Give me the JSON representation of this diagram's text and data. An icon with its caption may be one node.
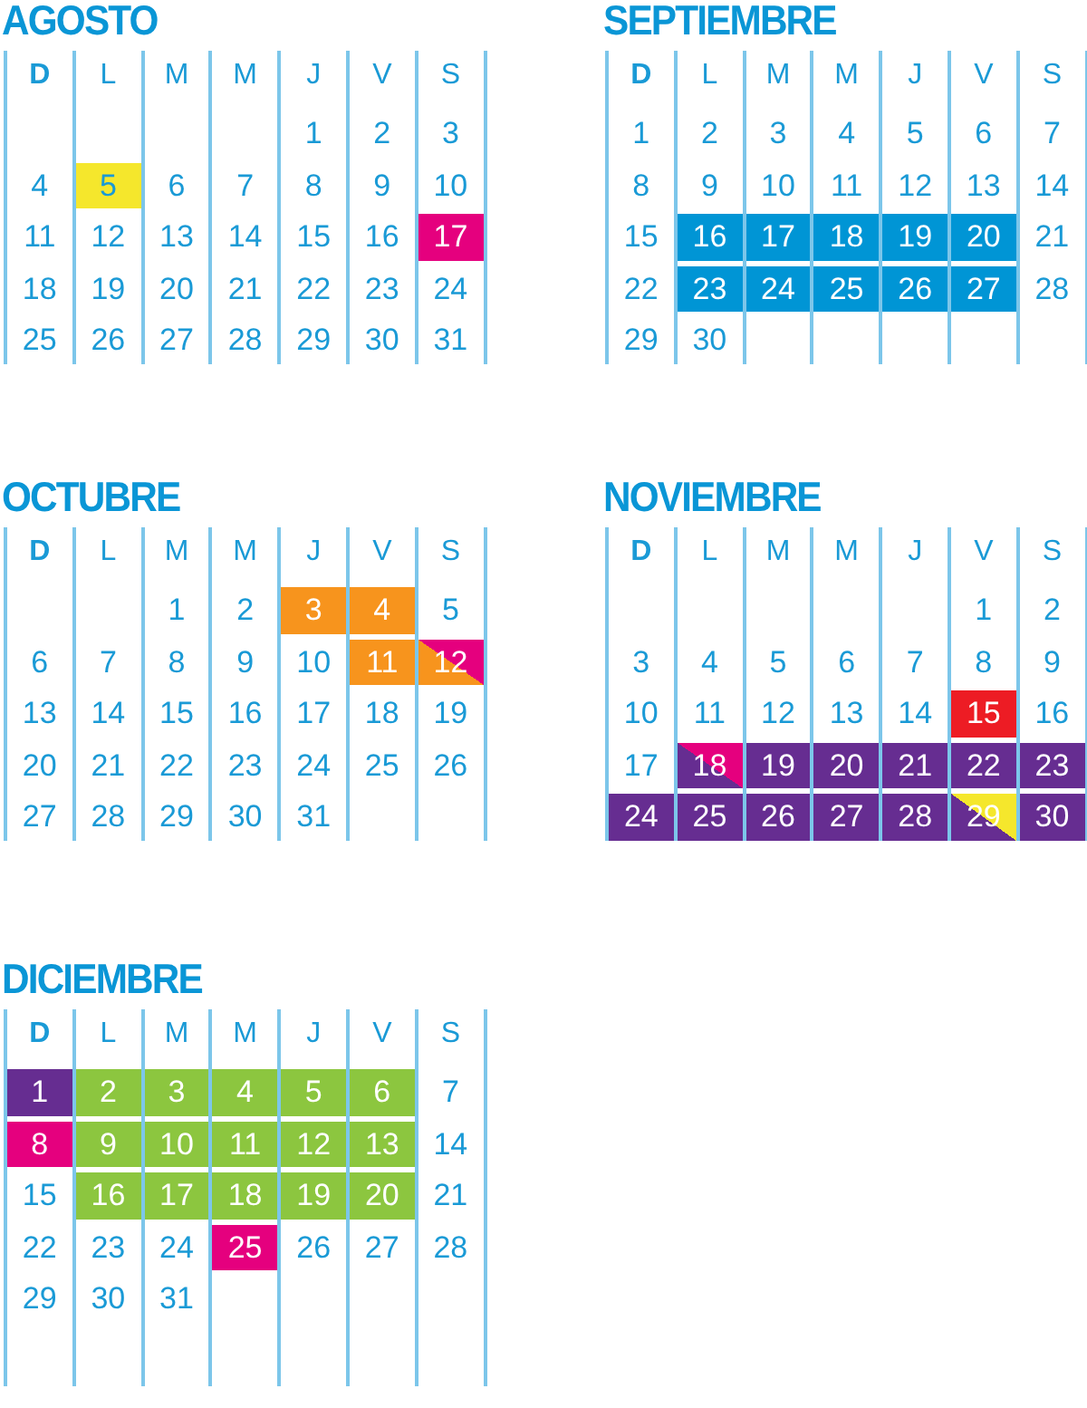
{
  "diagram": {
    "labels": [
      "AGOSTO",
      "D",
      "L",
      "M",
      "M",
      "J",
      "V",
      "S",
      "1",
      "2",
      "3",
      "4",
      "5",
      "6",
      "7",
      "8",
      "9",
      "10",
      "11",
      "12",
      "13",
      "14",
      "15",
      "16",
      "17",
      "18",
      "19",
      "20",
      "21",
      "22",
      "23",
      "24",
      "25",
      "26",
      "27",
      "28",
      "29",
      "30",
      "31",
      "SEPTIEMBRE",
      "D",
      "L",
      "M",
      "M",
      "J",
      "V",
      "S",
      "1",
      "2",
      "3",
      "4",
      "5",
      "6",
      "7",
      "8",
      "9",
      "10",
      "11",
      "12",
      "13",
      "14",
      "15",
      "16",
      "17",
      "18",
      "19",
      "20",
      "21",
      "22",
      "23",
      "24",
      "25",
      "26",
      "27",
      "28",
      "29",
      "30",
      "OCTUBRE",
      "D",
      "L",
      "M",
      "M",
      "J",
      "V",
      "S",
      "1",
      "2",
      "3",
      "4",
      "5",
      "6",
      "7",
      "8",
      "9",
      "10",
      "11",
      "12",
      "13",
      "14",
      "15",
      "16",
      "17",
      "18",
      "19",
      "20",
      "21",
      "22",
      "23",
      "24",
      "25",
      "26",
      "27",
      "28",
      "29",
      "30",
      "31",
      "NOVIEMBRE",
      "D",
      "L",
      "M",
      "M",
      "J",
      "V",
      "S",
      "1",
      "2",
      "3",
      "4",
      "5",
      "6",
      "7",
      "8",
      "9",
      "10",
      "11",
      "12",
      "13",
      "14",
      "15",
      "16",
      "17",
      "18",
      "19",
      "20",
      "21",
      "22",
      "23",
      "24",
      "25",
      "26",
      "27",
      "28",
      "29",
      "30",
      "DICIEMBRE",
      "D",
      "L",
      "M",
      "M",
      "J",
      "V",
      "S",
      "1",
      "2",
      "3",
      "4",
      "5",
      "6",
      "7",
      "8",
      "9",
      "10",
      "11",
      "12",
      "13",
      "14",
      "15",
      "16",
      "17",
      "18",
      "19",
      "20",
      "21",
      "22",
      "23",
      "24",
      "25",
      "26",
      "27",
      "28",
      "29",
      "30",
      "31"
    ]
  }
}
